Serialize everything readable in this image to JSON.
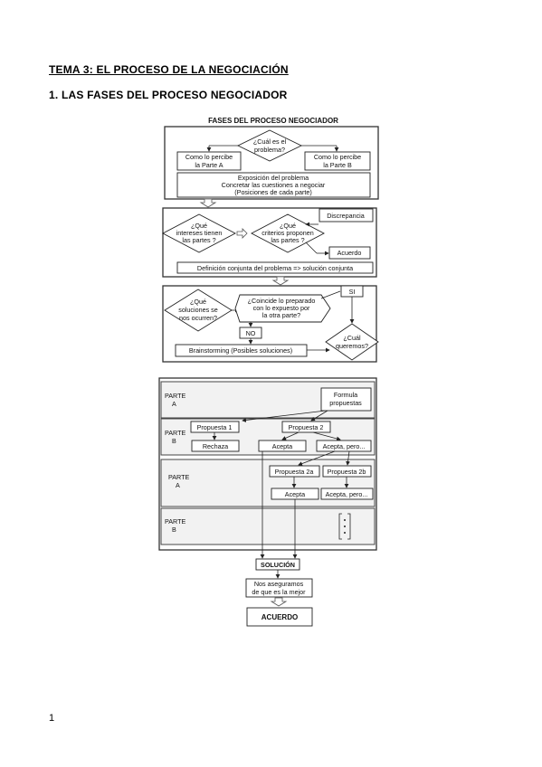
{
  "heading": "TEMA 3: EL PROCESO DE LA NEGOCIACIÓN",
  "subheading": "1. LAS FASES DEL PROCESO NEGOCIADOR",
  "page_number": "1",
  "flow1": {
    "title": "FASES DEL PROCESO NEGOCIADOR",
    "d1": [
      "¿Cuál es el",
      "problema?"
    ],
    "partA": [
      "Como lo percibe",
      "la Parte A"
    ],
    "partB": [
      "Como lo percibe",
      "la Parte B"
    ],
    "expo": [
      "Exposición del problema",
      "Concretar las cuestiones a negociar",
      "(Posiciones de cada parte)"
    ],
    "d2": [
      "¿Qué",
      "intereses tienen",
      "las partes ?"
    ],
    "d3": [
      "¿Qué",
      "criterios proponen",
      "las partes ?"
    ],
    "discrepancia": "Discrepancia",
    "acuerdo_small": "Acuerdo",
    "definicion": "Definición conjunta del problema => solución conjunta",
    "d4": [
      "¿Qué",
      "soluciones se",
      "nos ocurren?"
    ],
    "coincide": [
      "¿Coincide lo preparado",
      "con lo expuesto por",
      "la otra parte?"
    ],
    "si": "SI",
    "no": "NO",
    "d5": [
      "¿Cuál",
      "queremos?"
    ],
    "brainstorming": "Brainstorming (Posibles soluciones)"
  },
  "flow2": {
    "lane_a1": [
      "PARTE",
      "A"
    ],
    "lane_b1": [
      "PARTE",
      "B"
    ],
    "lane_a2": [
      "PARTE",
      "A"
    ],
    "lane_b2": [
      "PARTE",
      "B"
    ],
    "formula": [
      "Formula",
      "propuestas"
    ],
    "propuesta1": "Propuesta 1",
    "propuesta2": "Propuesta 2",
    "rechaza": "Rechaza",
    "acepta1": "Acepta",
    "acepta_pero1": "Acepta, pero...",
    "propuesta2a": "Propuesta 2a",
    "propuesta2b": "Propuesta 2b",
    "acepta2": "Acepta",
    "acepta_pero2": "Acepta, pero...",
    "solucion": "SOLUCIÓN",
    "aseguramos": [
      "Nos aseguramos",
      "de que es la mejor"
    ],
    "acuerdo": "ACUERDO"
  }
}
